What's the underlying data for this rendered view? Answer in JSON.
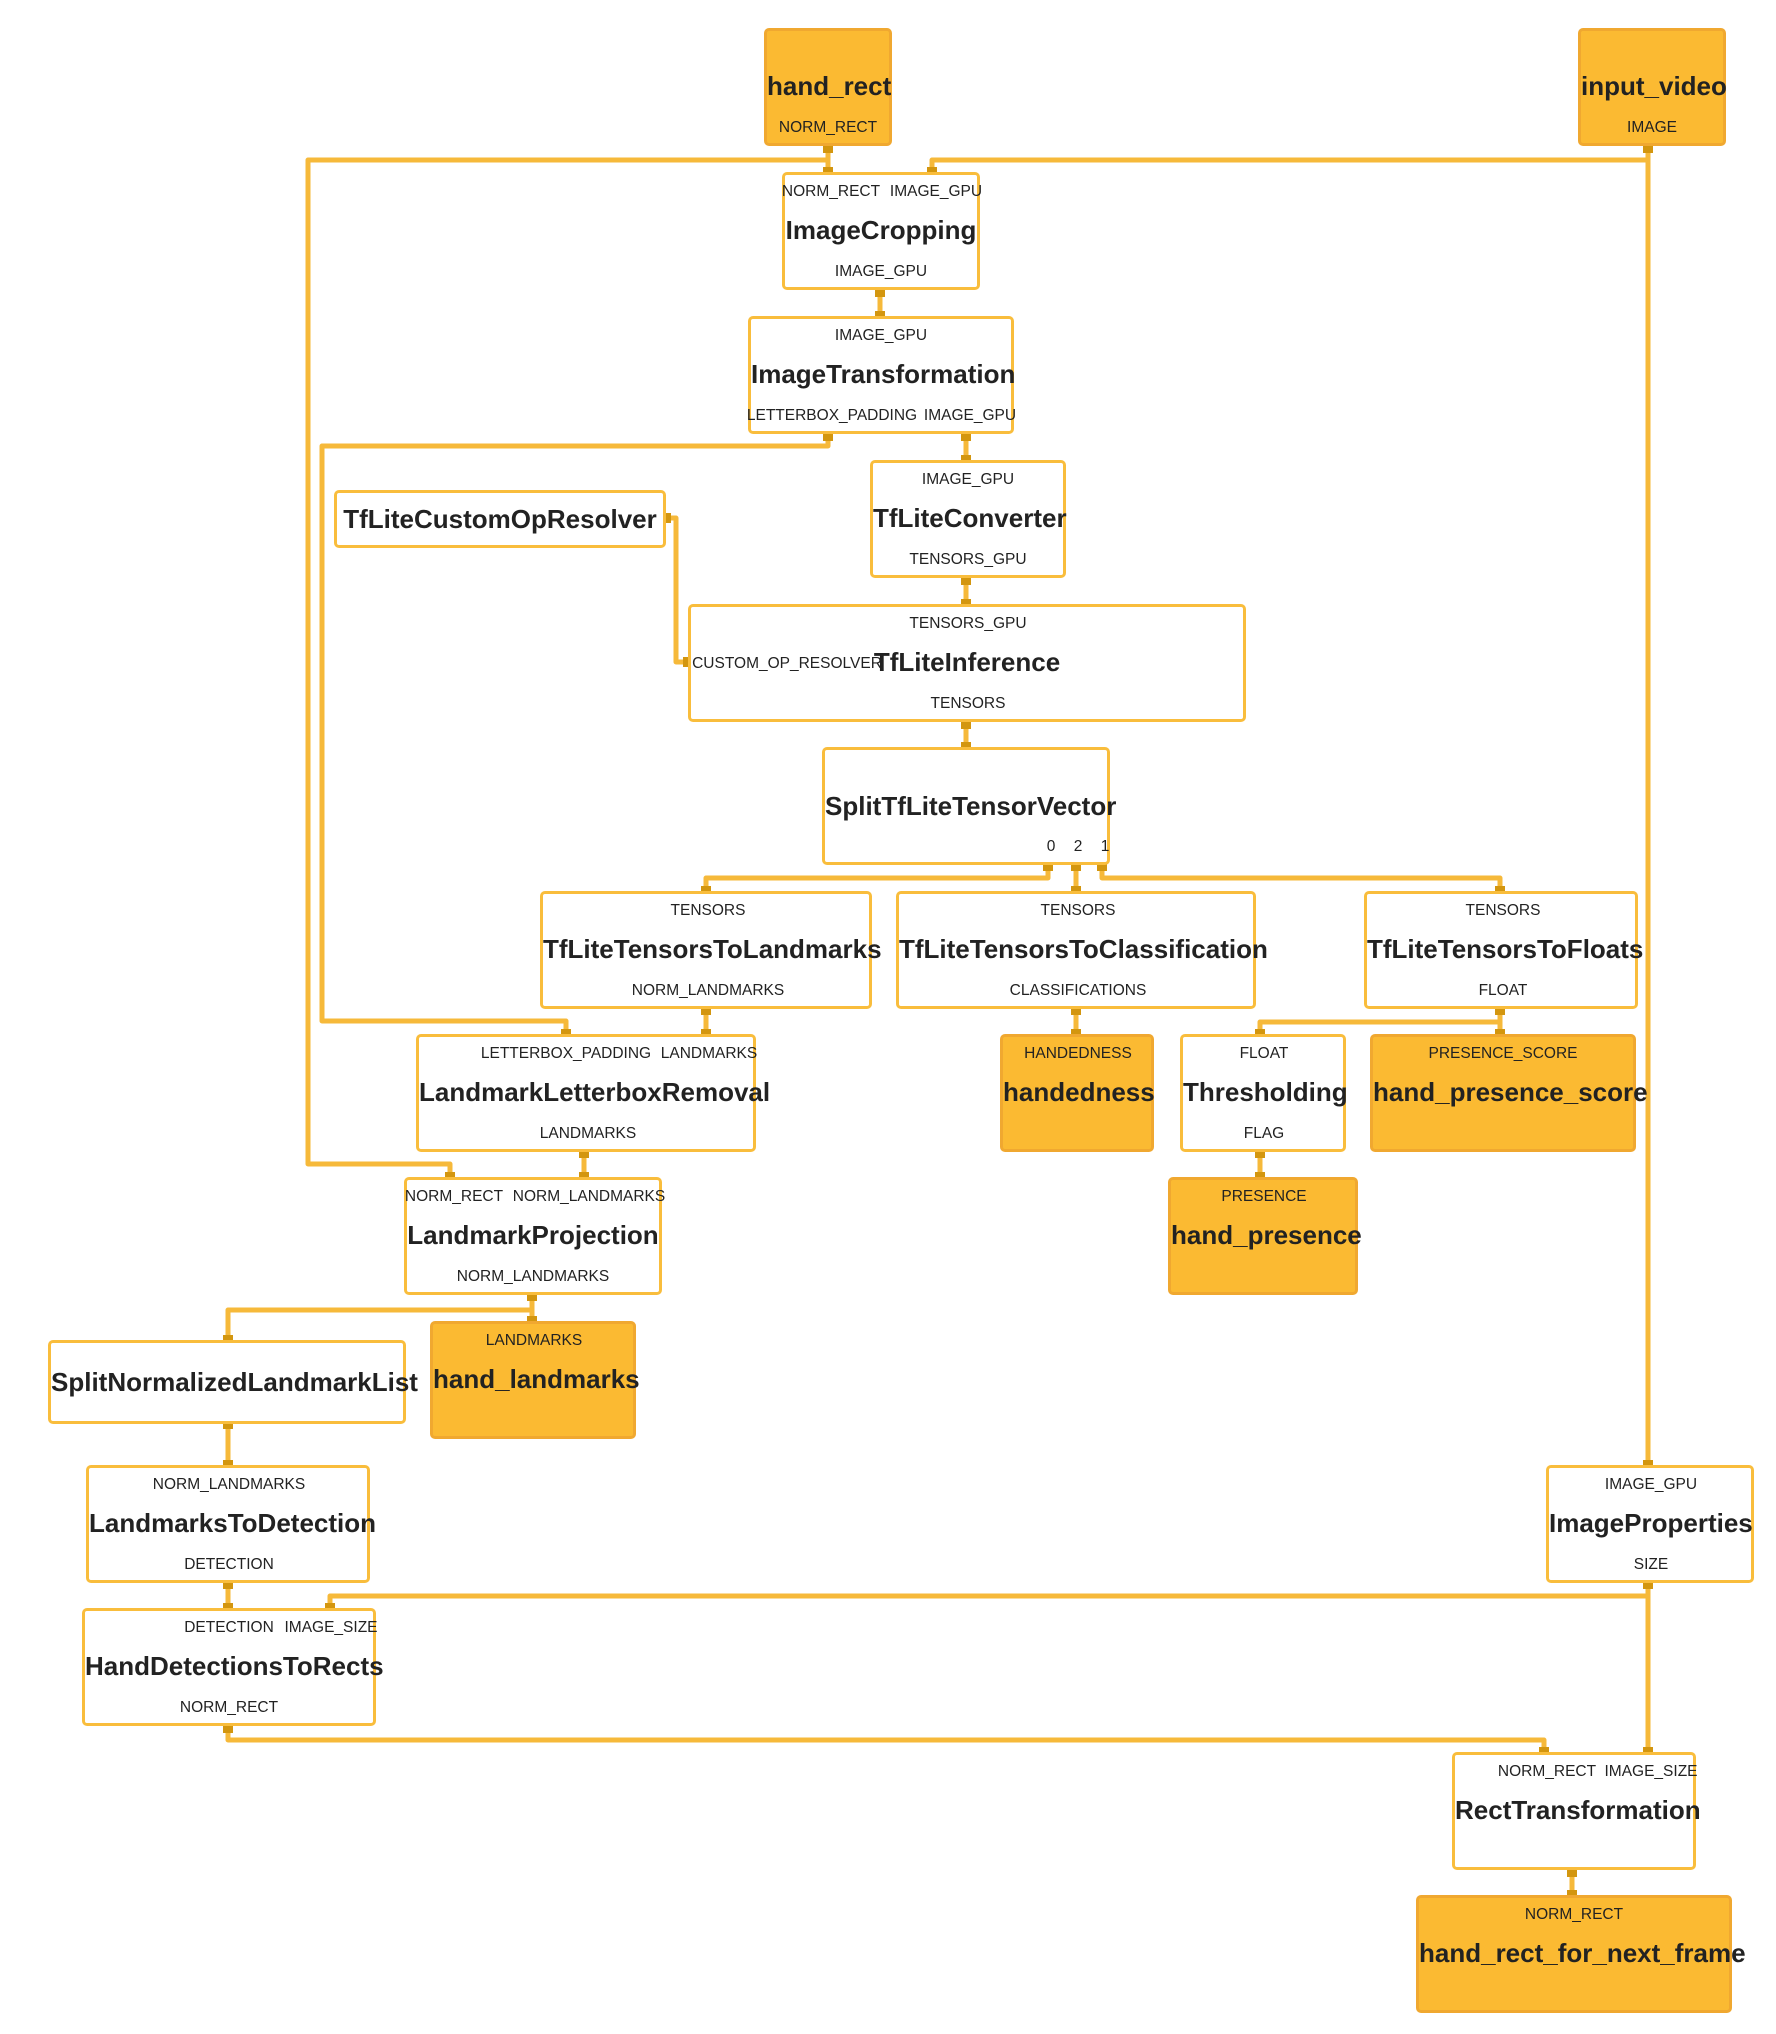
{
  "colors": {
    "edge": "#f6b93a",
    "port": "#d3960f",
    "node_border": "#f9bd3c",
    "io_fill": "#fbba32"
  },
  "nodes": {
    "hand_rect": {
      "title": "hand_rect",
      "out": [
        "NORM_RECT"
      ]
    },
    "input_video": {
      "title": "input_video",
      "out": [
        "IMAGE"
      ]
    },
    "image_cropping": {
      "title": "ImageCropping",
      "in": [
        "NORM_RECT",
        "IMAGE_GPU"
      ],
      "out": [
        "IMAGE_GPU"
      ]
    },
    "image_transformation": {
      "title": "ImageTransformation",
      "in": [
        "IMAGE_GPU"
      ],
      "out": [
        "LETTERBOX_PADDING",
        "IMAGE_GPU"
      ]
    },
    "tflite_custom_op_resolver": {
      "title": "TfLiteCustomOpResolver"
    },
    "tflite_converter": {
      "title": "TfLiteConverter",
      "in": [
        "IMAGE_GPU"
      ],
      "out": [
        "TENSORS_GPU"
      ]
    },
    "tflite_inference": {
      "title": "TfLiteInference",
      "in": [
        "TENSORS_GPU",
        "CUSTOM_OP_RESOLVER"
      ],
      "out": [
        "TENSORS"
      ]
    },
    "split_tensor_vector": {
      "title": "SplitTfLiteTensorVector",
      "out": [
        "0",
        "2",
        "1"
      ]
    },
    "tensors_to_landmarks": {
      "title": "TfLiteTensorsToLandmarks",
      "in": [
        "TENSORS"
      ],
      "out": [
        "NORM_LANDMARKS"
      ]
    },
    "tensors_to_classification": {
      "title": "TfLiteTensorsToClassification",
      "in": [
        "TENSORS"
      ],
      "out": [
        "CLASSIFICATIONS"
      ]
    },
    "tensors_to_floats": {
      "title": "TfLiteTensorsToFloats",
      "in": [
        "TENSORS"
      ],
      "out": [
        "FLOAT"
      ]
    },
    "landmark_letterbox_removal": {
      "title": "LandmarkLetterboxRemoval",
      "in": [
        "LETTERBOX_PADDING",
        "LANDMARKS"
      ],
      "out": [
        "LANDMARKS"
      ]
    },
    "handedness": {
      "title": "handedness",
      "in": [
        "HANDEDNESS"
      ]
    },
    "thresholding": {
      "title": "Thresholding",
      "in": [
        "FLOAT"
      ],
      "out": [
        "FLAG"
      ]
    },
    "hand_presence_score": {
      "title": "hand_presence_score",
      "in": [
        "PRESENCE_SCORE"
      ]
    },
    "landmark_projection": {
      "title": "LandmarkProjection",
      "in": [
        "NORM_RECT",
        "NORM_LANDMARKS"
      ],
      "out": [
        "NORM_LANDMARKS"
      ]
    },
    "hand_presence": {
      "title": "hand_presence",
      "in": [
        "PRESENCE"
      ]
    },
    "split_normalized_landmark_list": {
      "title": "SplitNormalizedLandmarkList"
    },
    "hand_landmarks": {
      "title": "hand_landmarks",
      "in": [
        "LANDMARKS"
      ]
    },
    "landmarks_to_detection": {
      "title": "LandmarksToDetection",
      "in": [
        "NORM_LANDMARKS"
      ],
      "out": [
        "DETECTION"
      ]
    },
    "image_properties": {
      "title": "ImageProperties",
      "in": [
        "IMAGE_GPU"
      ],
      "out": [
        "SIZE"
      ]
    },
    "hand_detections_to_rects": {
      "title": "HandDetectionsToRects",
      "in": [
        "DETECTION",
        "IMAGE_SIZE"
      ],
      "out": [
        "NORM_RECT"
      ]
    },
    "rect_transformation": {
      "title": "RectTransformation",
      "in": [
        "NORM_RECT",
        "IMAGE_SIZE"
      ]
    },
    "hand_rect_for_next_frame": {
      "title": "hand_rect_for_next_frame",
      "in": [
        "NORM_RECT"
      ]
    }
  }
}
